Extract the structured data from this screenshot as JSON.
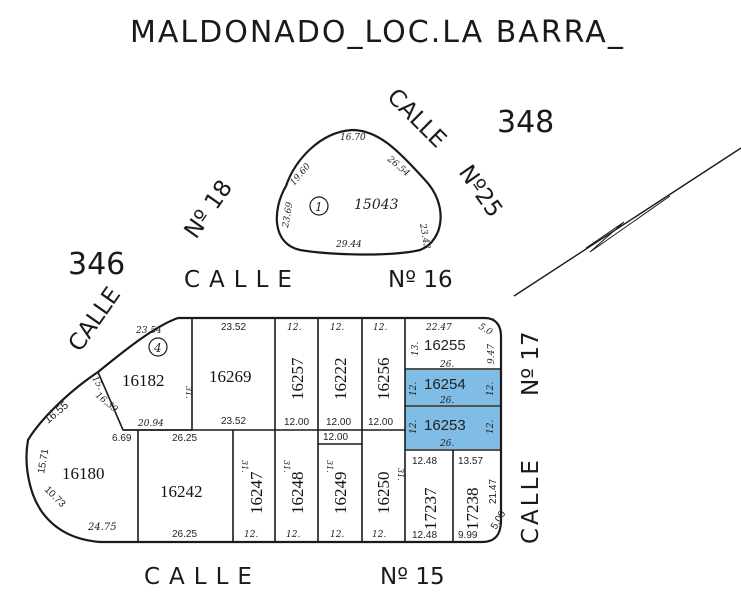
{
  "title": "MALDONADO_LOC.LA BARRA_",
  "manzanas": {
    "m348": "348",
    "m346": "346"
  },
  "streets": {
    "c25_calle": "CALLE",
    "c25_num": "Nº25",
    "c18_num": "Nº 18",
    "c18_calle": "CALLE",
    "c16_calle": "CALLE",
    "c16_num": "Nº 16",
    "c17_num": "Nº 17",
    "c17_calle": "CALLE",
    "c15_calle": "CALLE",
    "c15_num": "Nº 15"
  },
  "highlight_color": "#7fbde6",
  "circle_numbers": {
    "top": "1",
    "bottom": "4"
  },
  "lots": {
    "l15043": "15043",
    "l16182": "16182",
    "l16180": "16180",
    "l16269": "16269",
    "l16242": "16242",
    "l16257": "16257",
    "l16222": "16222",
    "l16256": "16256",
    "l16255": "16255",
    "l16254": "16254",
    "l16253": "16253",
    "l16247": "16247",
    "l16248": "16248",
    "l16249": "16249",
    "l16250": "16250",
    "l17237": "17237",
    "l17238": "17238"
  },
  "dims": {
    "t1670": "16.70",
    "t1960": "19.60",
    "t2654": "26.54",
    "t2369": "23.69",
    "t2944": "29.44",
    "t2343": "23.43",
    "a2354": "23.54",
    "a2352top": "23.52",
    "a12a": "12.",
    "a12b": "12.",
    "a12c": "12.",
    "a2247": "22.47",
    "a50": "5.0",
    "a947": "9.47",
    "a13": "13.",
    "a26a": "26.",
    "a15": "15.",
    "a1639": "16.39",
    "a1655": "16.55",
    "a2094": "20.94",
    "a31a": "31.",
    "a2352bot": "23.52",
    "a1200a": "12.00",
    "a1200b": "12.00",
    "a1200c": "12.00",
    "a12d": "12.",
    "a26b": "26.",
    "a12e": "12.",
    "a12f": "12.",
    "a26c": "26.",
    "a12g": "12.",
    "a669": "6.69",
    "a2625top": "26.25",
    "a1200d": "12.00",
    "a1248top": "12.48",
    "a1357": "13.57",
    "a1571": "15.71",
    "a1073": "10.73",
    "a2475": "24.75",
    "a2625bot": "26.25",
    "a31b": "31.",
    "a31c": "31.",
    "a31d": "31.",
    "a31e": "31.",
    "a2147": "21.47",
    "a500": "5.00",
    "a12h": "12.",
    "a12i": "12.",
    "a12j": "12.",
    "a12k": "12.",
    "a1248bot": "12.48",
    "a999": "9.99"
  }
}
